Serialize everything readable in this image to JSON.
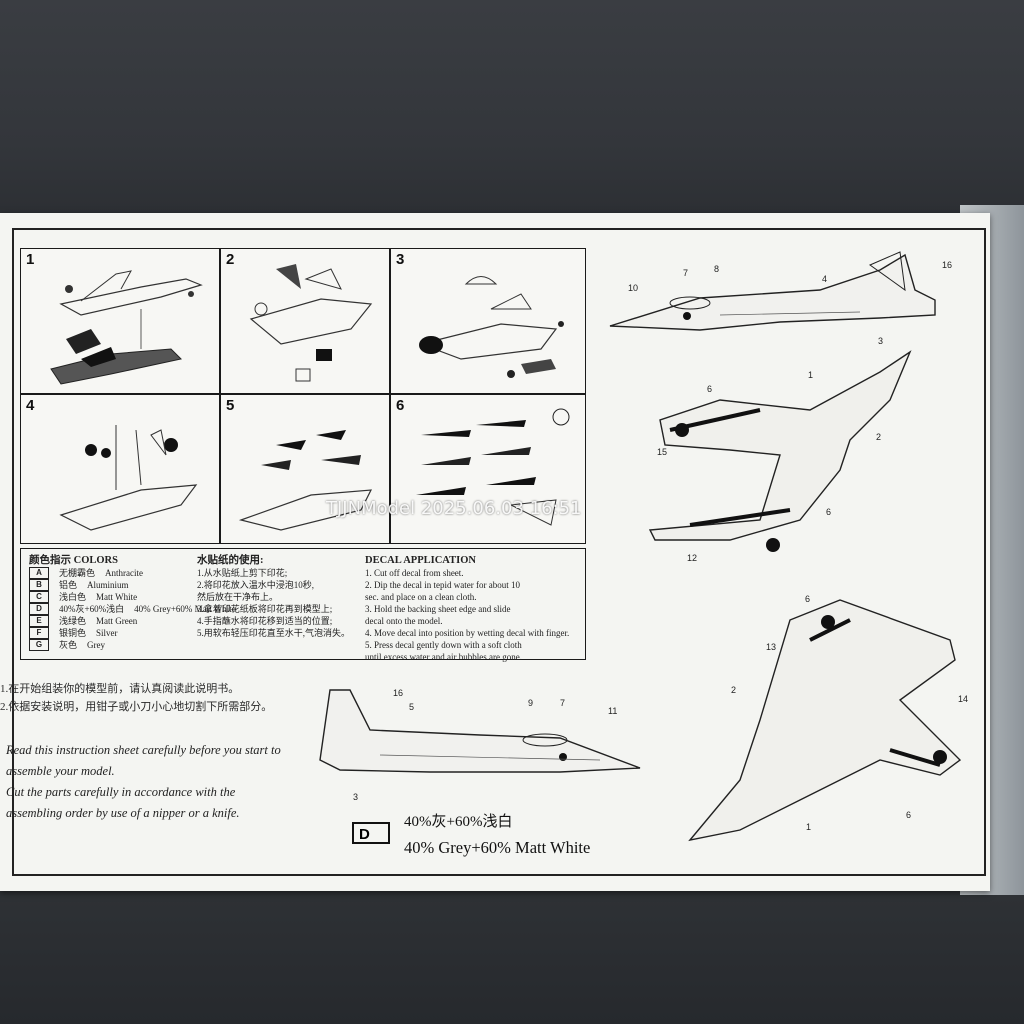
{
  "steps": [
    {
      "number": "1"
    },
    {
      "number": "2"
    },
    {
      "number": "3"
    },
    {
      "number": "4"
    },
    {
      "number": "5"
    },
    {
      "number": "6"
    }
  ],
  "colors_legend": {
    "title": "颜色指示 COLORS",
    "items": [
      {
        "code": "A",
        "cn": "无棚霸色",
        "en": "Anthracite"
      },
      {
        "code": "B",
        "cn": "铝色",
        "en": "Aluminium"
      },
      {
        "code": "C",
        "cn": "浅白色",
        "en": "Matt White"
      },
      {
        "code": "D",
        "cn": "40%灰+60%浅白",
        "en": "40% Grey+60% Matt White"
      },
      {
        "code": "E",
        "cn": "浅绿色",
        "en": "Matt Green"
      },
      {
        "code": "F",
        "cn": "银铜色",
        "en": "Silver"
      },
      {
        "code": "G",
        "cn": "灰色",
        "en": "Grey"
      }
    ]
  },
  "decal_cn": {
    "title": "水贴纸的使用:",
    "steps": [
      "1.从水贴纸上剪下印花;",
      "2.将印花放入温水中浸泡10秒,",
      "  然后放在干净布上。",
      "3.拿着印花纸板将印花再到模型上;",
      "4.手指蘸水将印花移到适当的位置;",
      "5.用软布轻压印花直至水干,气泡消失。"
    ]
  },
  "decal_en": {
    "title": "DECAL APPLICATION",
    "steps": [
      "1. Cut off decal from sheet.",
      "2. Dip the decal in tepid water for about 10",
      "   sec. and place on a clean cloth.",
      "3. Hold the backing sheet edge and slide",
      "   decal onto the model.",
      "4. Move decal into position by wetting decal with finger.",
      "5. Press decal gently down with a soft cloth",
      "   until excess water and air bubbles are gone."
    ]
  },
  "notes_cn": [
    "1.在开始组装你的模型前，请认真阅读此说明书。",
    "2.依据安装说明，用钳子或小刀小心地切割下所需部分。"
  ],
  "notes_en": [
    "Read this instruction sheet carefully before you start to",
    "assemble your model.",
    "Cut the parts carefully in accordance with the",
    "assembling order by use of a nipper or a knife."
  ],
  "paint_scheme": {
    "badge": "D",
    "line_cn": "40%灰+60%浅白",
    "line_en": "40% Grey+60% Matt White"
  },
  "callouts": {
    "side_top": [
      "10",
      "7",
      "8",
      "4",
      "16",
      "3"
    ],
    "side_bottom": [
      "16",
      "5",
      "9",
      "7",
      "11",
      "3"
    ],
    "top_view": [
      "1",
      "6",
      "15",
      "2",
      "6",
      "12"
    ],
    "bottom_view": [
      "6",
      "13",
      "2",
      "14",
      "6",
      "1"
    ]
  },
  "watermark": "TJJNModel  2025.06.03 16:51"
}
